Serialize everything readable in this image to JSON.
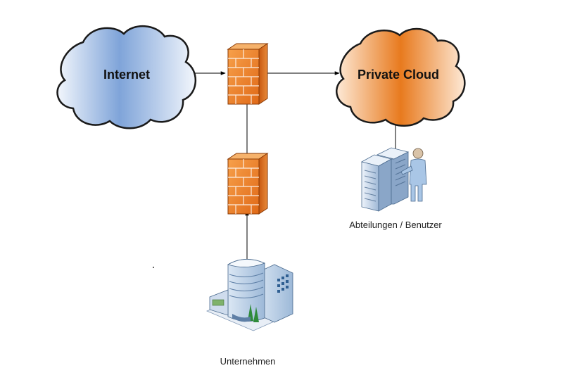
{
  "nodes": {
    "internet": {
      "label": "Internet"
    },
    "private_cloud": {
      "label": "Private Cloud"
    },
    "users": {
      "label": "Abteilungen / Benutzer"
    },
    "company": {
      "label": "Unternehmen"
    }
  },
  "colors": {
    "cloud_blue": "#7fa4d9",
    "cloud_orange": "#e87a1e",
    "firewall": "#f08a30",
    "arrow": "#000000"
  },
  "icons": {
    "firewall_top": "firewall-icon",
    "firewall_bottom": "firewall-icon",
    "server_user": "server-rack-with-person-icon",
    "building": "office-building-icon"
  }
}
